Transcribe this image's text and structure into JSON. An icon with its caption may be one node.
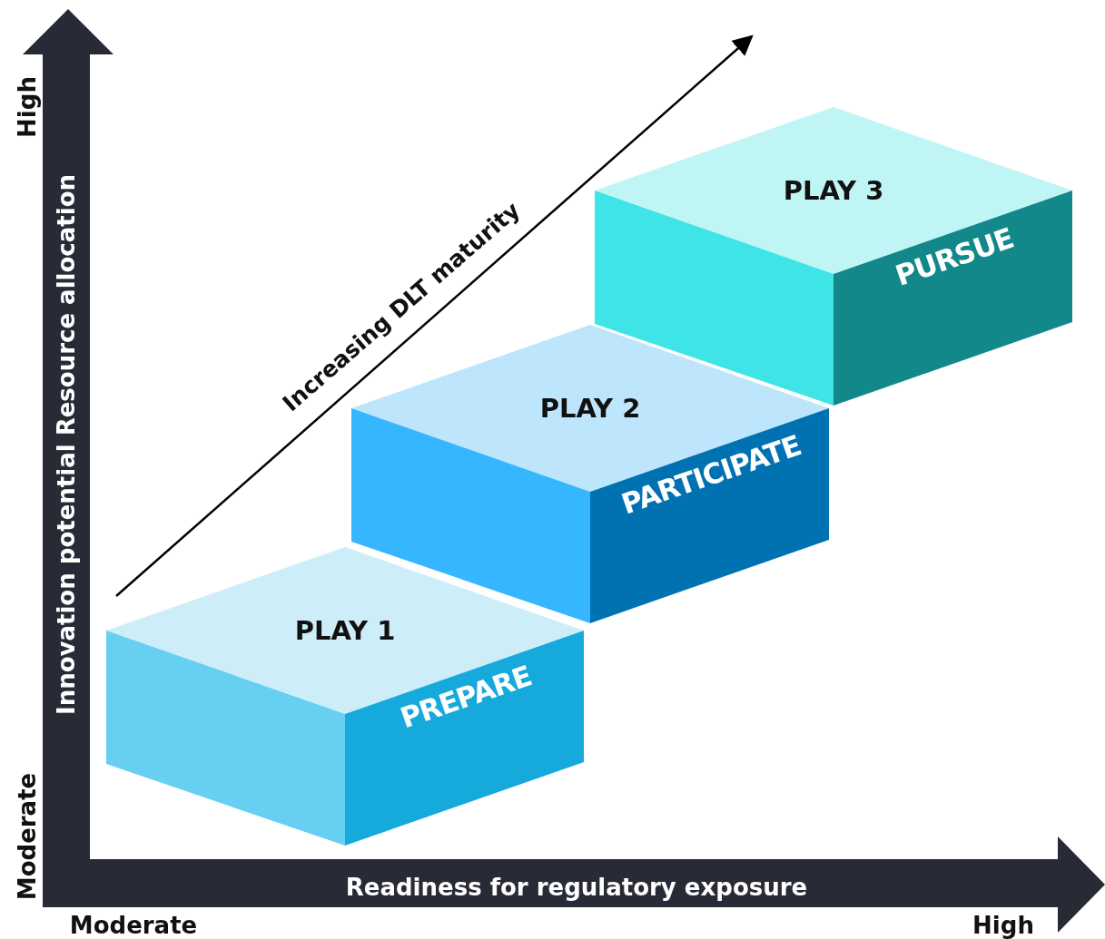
{
  "diagram": {
    "nodes": [
      {
        "text": [
          "PLAY 1",
          "PREPARE"
        ]
      },
      {
        "text": [
          "PLAY 2",
          "PARTICIPATE"
        ]
      },
      {
        "text": [
          "PLAY 3",
          "PURSUE"
        ]
      }
    ],
    "labels": [
      "Increasing DLT maturity",
      "High",
      "Innovation potential Resource allocation",
      "Moderate",
      "Readiness for regulatory exposure",
      "Moderate",
      "High"
    ]
  }
}
